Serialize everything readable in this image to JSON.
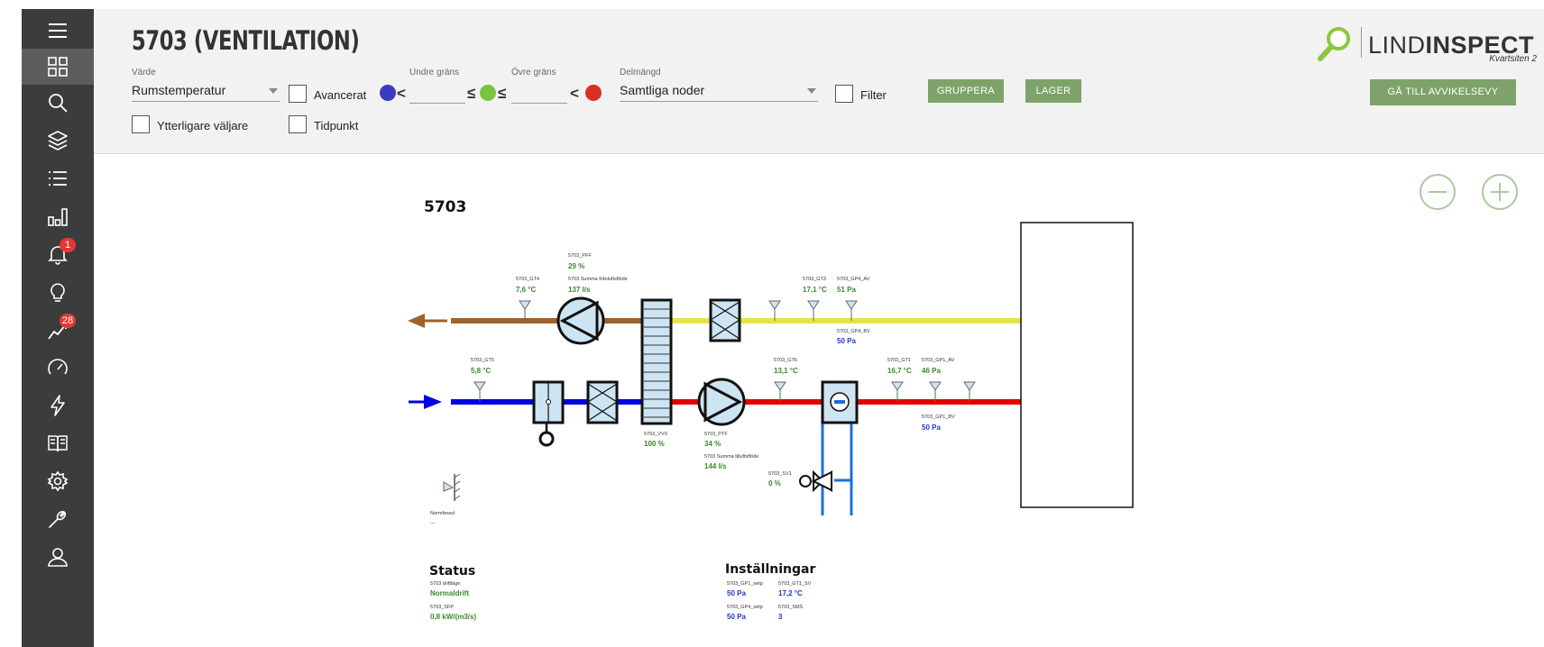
{
  "sidebar": {
    "items": [
      {
        "name": "menu-icon",
        "active": false
      },
      {
        "name": "dashboard-icon",
        "active": true
      },
      {
        "name": "search-icon",
        "active": false
      },
      {
        "name": "layers-icon",
        "active": false
      },
      {
        "name": "list-icon",
        "active": false
      },
      {
        "name": "bar-chart-icon",
        "active": false
      },
      {
        "name": "bell-icon",
        "active": false,
        "badge": "1"
      },
      {
        "name": "lightbulb-icon",
        "active": false
      },
      {
        "name": "trend-icon",
        "active": false,
        "badge": "28"
      },
      {
        "name": "gauge-icon",
        "active": false
      },
      {
        "name": "lightning-icon",
        "active": false
      },
      {
        "name": "book-icon",
        "active": false
      },
      {
        "name": "gear-icon",
        "active": false
      },
      {
        "name": "wrench-icon",
        "active": false
      },
      {
        "name": "user-icon",
        "active": false
      }
    ]
  },
  "header": {
    "title": "5703 (VENTILATION)",
    "varde_label": "Värde",
    "varde_value": "Rumstemperatur",
    "avancerat_label": "Avancerat",
    "undre_label": "Undre gräns",
    "ovre_label": "Övre gräns",
    "lt": "<",
    "lte": "≤",
    "delmangd_label": "Delmängd",
    "delmangd_value": "Samtliga noder",
    "filter_label": "Filter",
    "gruppera": "GRUPPERA",
    "lager": "LAGER",
    "ytterligare_label": "Ytterligare väljare",
    "tidpunkt_label": "Tidpunkt",
    "goto_button": "GÅ TILL AVVIKELSEVY",
    "logo_light": "LIND",
    "logo_bold": "INSPECT",
    "logo_sub": "Kvartsiten 2"
  },
  "colors": {
    "accent": "#7ea36a",
    "sidebar": "#3a3d3c",
    "supply": "#e60000",
    "intake": "#0000e6",
    "exhaust": "#a0622d",
    "extract": "#e8e24a",
    "valve_pipe": "#1e6fd9",
    "value_green": "#3a8a2a",
    "value_blue": "#2233cc",
    "low_dot": "#3b3bbf",
    "mid_dot": "#7cc242",
    "high_dot": "#d93025"
  },
  "diagram": {
    "title": "5703",
    "sensors": {
      "gt4": {
        "name": "5703_GT4",
        "value": "7,6 °C"
      },
      "pff": {
        "name": "5703_PFF",
        "value": "29 %"
      },
      "summa_franluft": {
        "name": "5703 Summa frånluftsflöde",
        "value": "137 l/s"
      },
      "gt3": {
        "name": "5703_GT3",
        "value": "17,1 °C"
      },
      "gp4_av": {
        "name": "5703_GP4_AV",
        "value": "51 Pa"
      },
      "gp4_bv": {
        "name": "5703_GP4_BV",
        "value": "50 Pa"
      },
      "gt5": {
        "name": "5703_GT5",
        "value": "5,8 °C"
      },
      "gt6": {
        "name": "5703_GT6",
        "value": "13,1 °C"
      },
      "gt1": {
        "name": "5703_GT1",
        "value": "16,7 °C"
      },
      "gp1_av": {
        "name": "5703_GP1_AV",
        "value": "46 Pa"
      },
      "gp1_bv": {
        "name": "5703_GP1_BV",
        "value": "50 Pa"
      },
      "vvx": {
        "name": "5703_VVX",
        "value": "100 %"
      },
      "ptf": {
        "name": "5703_PTF",
        "value": "34 %"
      },
      "summa_tilluft": {
        "name": "5703 Summa tilluftsflöde",
        "value": "144 l/s"
      },
      "sv1": {
        "name": "5703_SV1",
        "value": "0 %"
      },
      "normfesed": {
        "name": "Normfesed",
        "value": "---"
      }
    },
    "status": {
      "heading": "Status",
      "driftlage_name": "5703 driftläge",
      "driftlage_value": "Normaldrift",
      "sfp_name": "5703_SFP",
      "sfp_value": "0,8 kW/(m3/s)"
    },
    "installningar": {
      "heading": "Inställningar",
      "gp1_setp_name": "5703_GP1_setp",
      "gp1_setp_value": "50 Pa",
      "gt1_sv_name": "5703_GT1_SV",
      "gt1_sv_value": "17,2 °C",
      "gp4_setp_name": "5703_GP4_setp",
      "gp4_setp_value": "50 Pa",
      "sms_name": "5703_SMS",
      "sms_value": "3"
    }
  }
}
